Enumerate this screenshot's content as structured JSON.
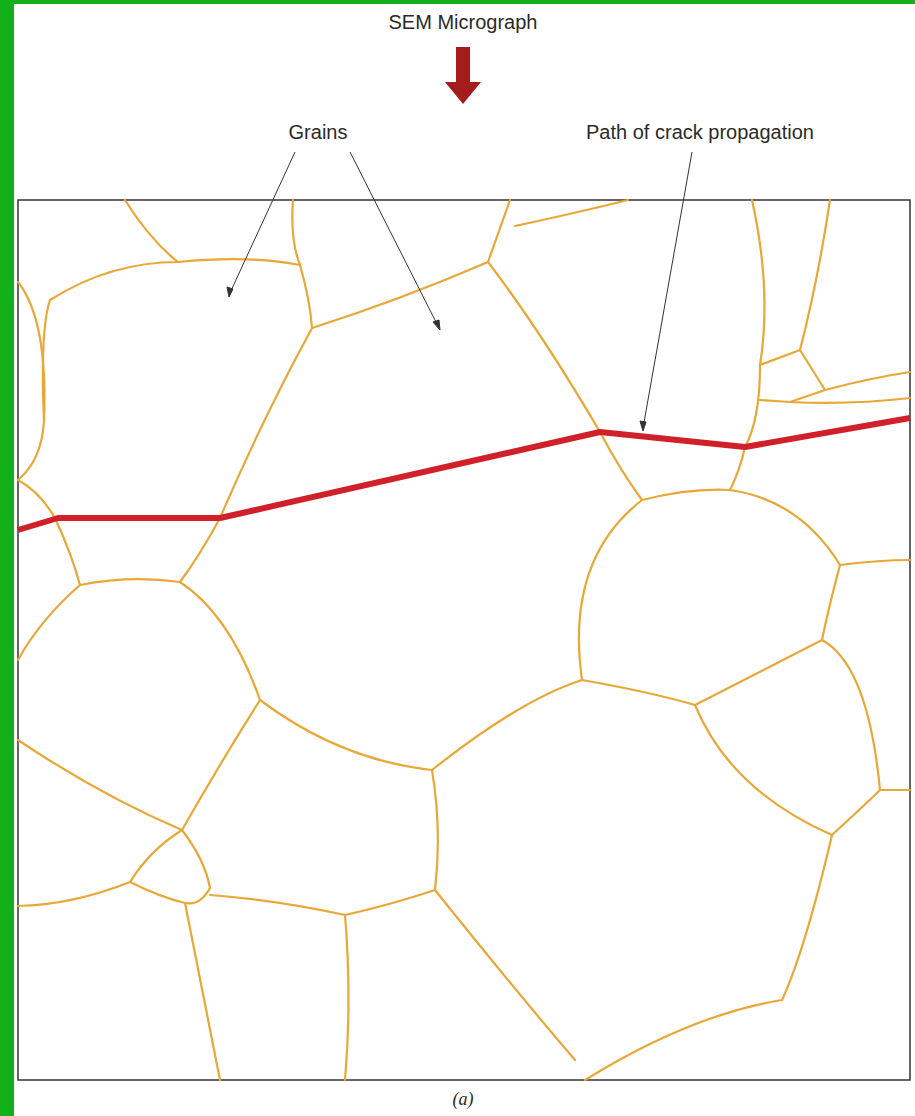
{
  "diagram": {
    "title": "SEM Micrograph",
    "caption": "(a)",
    "labels": [
      "Grains",
      "Path of crack propagation"
    ]
  }
}
